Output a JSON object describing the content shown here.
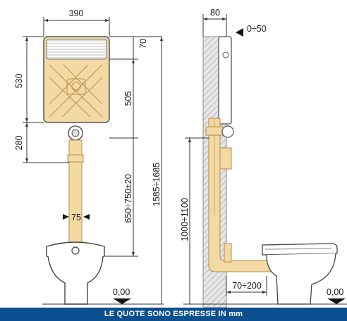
{
  "dimensions": {
    "cistern_width": "390",
    "wall_depth": "80",
    "offset_range": "0÷50",
    "cistern_height": "530",
    "top_gap": "70",
    "inner_height": "505",
    "lower_height": "280",
    "pipe_length": "650÷750±20",
    "total_height": "1585÷1685",
    "flush_height": "1000÷1100",
    "pipe_diameter": "75",
    "floor_left": "0,00",
    "floor_right": "0,00",
    "horizontal_offset": "70÷200"
  },
  "footer_text": "LE QUOTE SONO ESPRESSE IN mm",
  "colors": {
    "beige": "#f3d9a4",
    "beige_dark": "#c7a66a",
    "outline": "#333333",
    "wall": "#dddddd",
    "footer": "#0b4f8f"
  }
}
